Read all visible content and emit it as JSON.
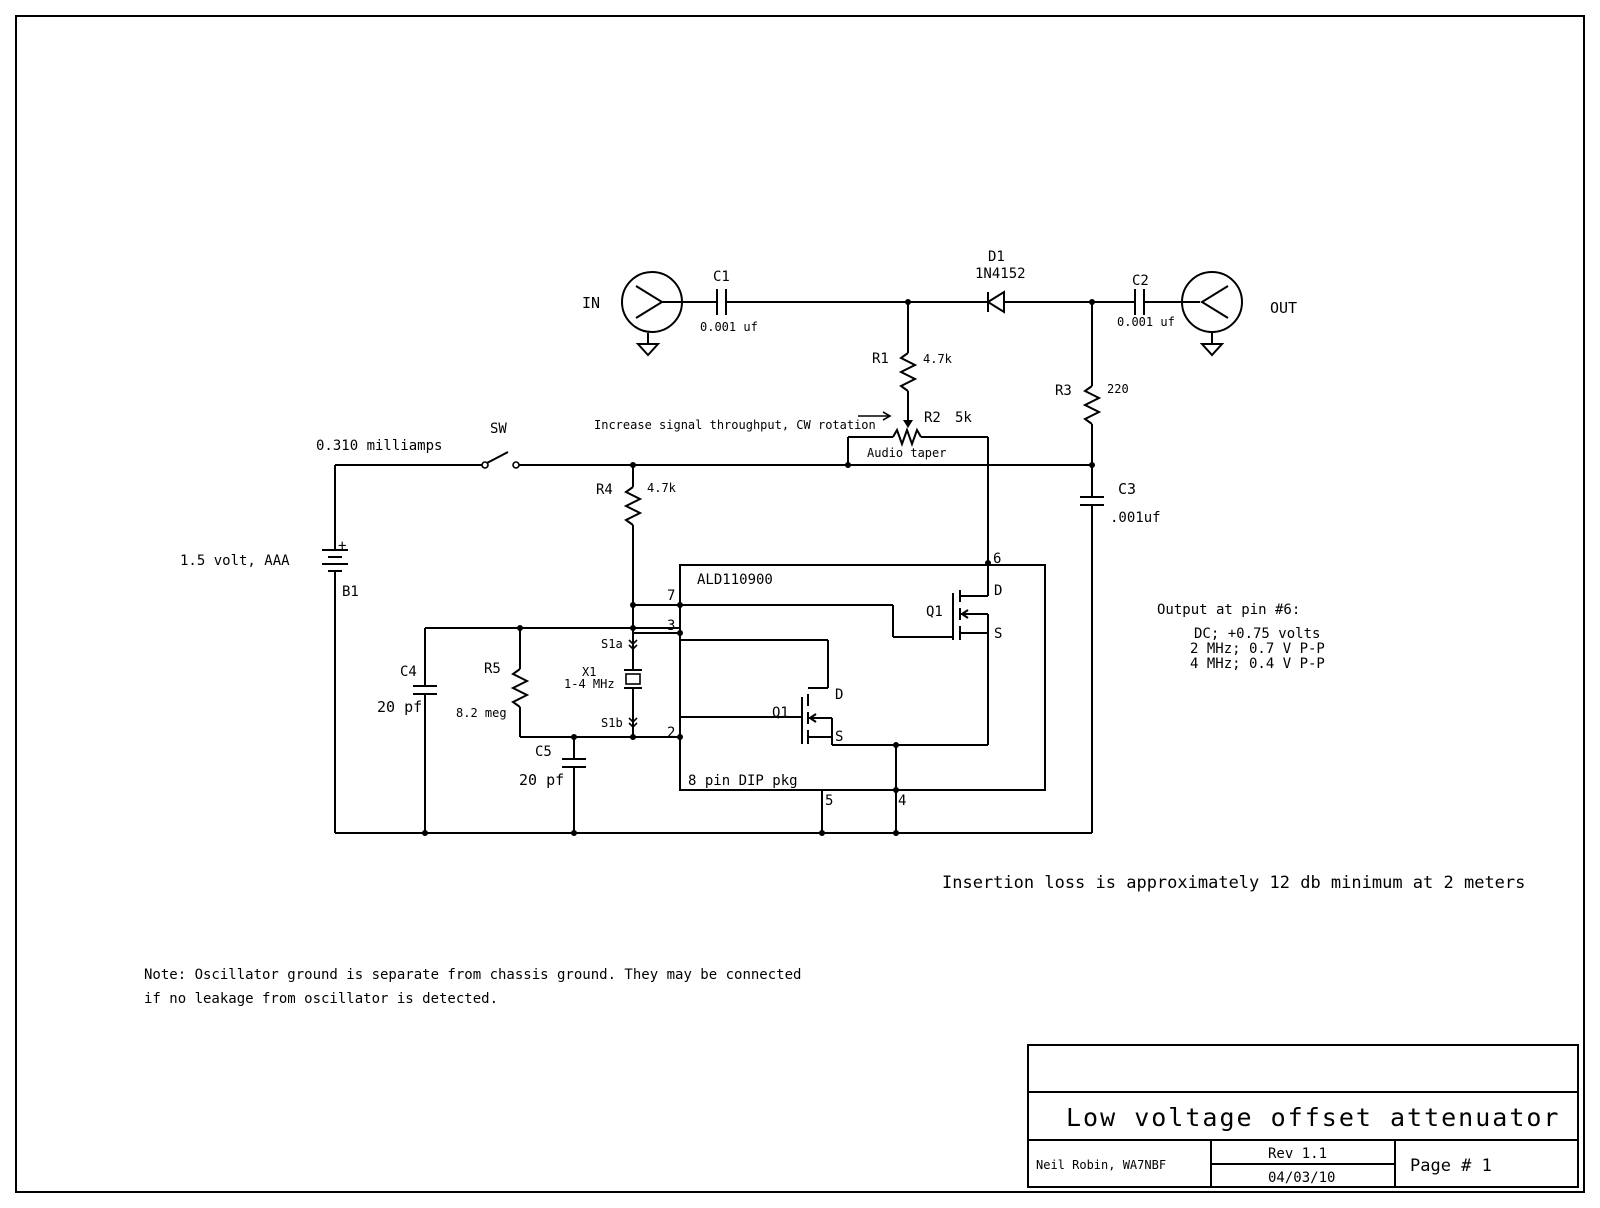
{
  "components": {
    "in_label": "IN",
    "out_label": "OUT",
    "c1_name": "C1",
    "c1_value": "0.001 uf",
    "c2_name": "C2",
    "c2_value": "0.001 uf",
    "d1_name": "D1",
    "d1_value": "1N4152",
    "r1_name": "R1",
    "r1_value": "4.7k",
    "r2_name": "R2",
    "r2_value": "5k",
    "r2_taper": "Audio taper",
    "r2_note": "Increase signal throughput, CW rotation",
    "r3_name": "R3",
    "r3_value": "220",
    "c3_name": "C3",
    "c3_value": ".001uf",
    "sw_name": "SW",
    "current": "0.310 milliamps",
    "r4_name": "R4",
    "r4_value": "4.7k",
    "battery_value": "1.5 volt, AAA",
    "battery_name": "B1",
    "battery_plus": "+",
    "c4_name": "C4",
    "c4_value": "20 pf",
    "r5_name": "R5",
    "r5_value": "8.2 meg",
    "c5_name": "C5",
    "c5_value": "20 pf",
    "x1_name": "X1",
    "x1_value": "1-4 MHz",
    "s1a": "S1a",
    "s1b": "S1b",
    "ic_name": "ALD110900",
    "ic_pkg": "8 pin DIP pkg",
    "q1_upper": "Q1",
    "q1_lower": "Q1",
    "drain": "D",
    "source": "S",
    "pin2": "2",
    "pin3": "3",
    "pin4": "4",
    "pin5": "5",
    "pin6": "6",
    "pin7": "7"
  },
  "output_notes": {
    "heading": "Output at pin #6:",
    "line1": "DC; +0.75 volts",
    "line2": "2 MHz; 0.7 V P-P",
    "line3": "4 MHz; 0.4 V P-P"
  },
  "insertion_loss": "Insertion loss is approximately 12 db minimum at 2 meters",
  "note": {
    "line1": "Note: Oscillator ground is separate from chassis ground. They may be connected",
    "line2": "if no leakage from oscillator is detected."
  },
  "title_block": {
    "title": "Low voltage offset attenuator",
    "author": "Neil Robin, WA7NBF",
    "rev": "Rev 1.1",
    "date": "04/03/10",
    "page": "Page # 1"
  }
}
